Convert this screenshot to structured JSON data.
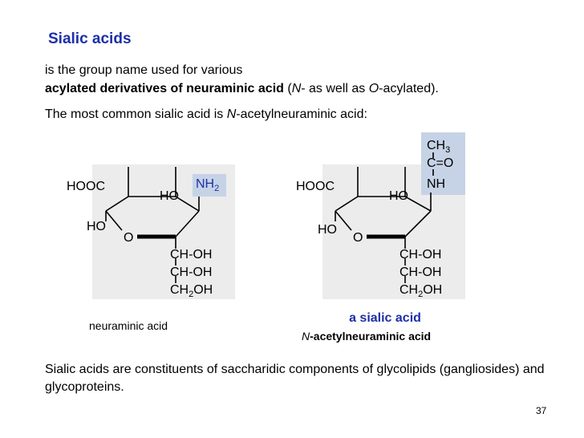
{
  "slide": {
    "title": "Sialic acids",
    "line1": "is the group name used for various",
    "line2_bold": "acylated derivatives of neuraminic acid",
    "line2_open": " (",
    "line2_n": "N",
    "line2_mid": "- as well as ",
    "line2_o": "O",
    "line2_end": "-acylated).",
    "line3_start": "The most common sialic acid is ",
    "line3_n": "N",
    "line3_end": "-acetylneuraminic acid:",
    "footer": "Sialic acids are constituents of saccharidic components of glycolipids (gangliosides) and glycoproteins.",
    "page_number": "37"
  },
  "structures": {
    "left": {
      "hooc": "HOOC",
      "ho_top": "HO",
      "nh": "NH",
      "nh_sub": "2",
      "ho_bottom": "HO",
      "o": "O",
      "choh1": "CH-OH",
      "choh2": "CH-OH",
      "ch2oh_ch": "CH",
      "ch2oh_sub": "2",
      "ch2oh_oh": "OH",
      "caption": "neuraminic acid"
    },
    "right": {
      "ch3": "CH",
      "ch3_sub": "3",
      "co": "C=O",
      "nh": "NH",
      "hooc": "HOOC",
      "ho_top": "HO",
      "ho_bottom": "HO",
      "o": "O",
      "choh1": "CH-OH",
      "choh2": "CH-OH",
      "ch2oh_ch": "CH",
      "ch2oh_sub": "2",
      "ch2oh_oh": "OH",
      "caption_main": "a sialic acid",
      "caption_n": "N",
      "caption_rest": "-acetylneuraminic acid"
    }
  },
  "colors": {
    "title": "#1c2fa8",
    "highlight_box": "#c6d3e6",
    "gray_box": "#ececec"
  }
}
